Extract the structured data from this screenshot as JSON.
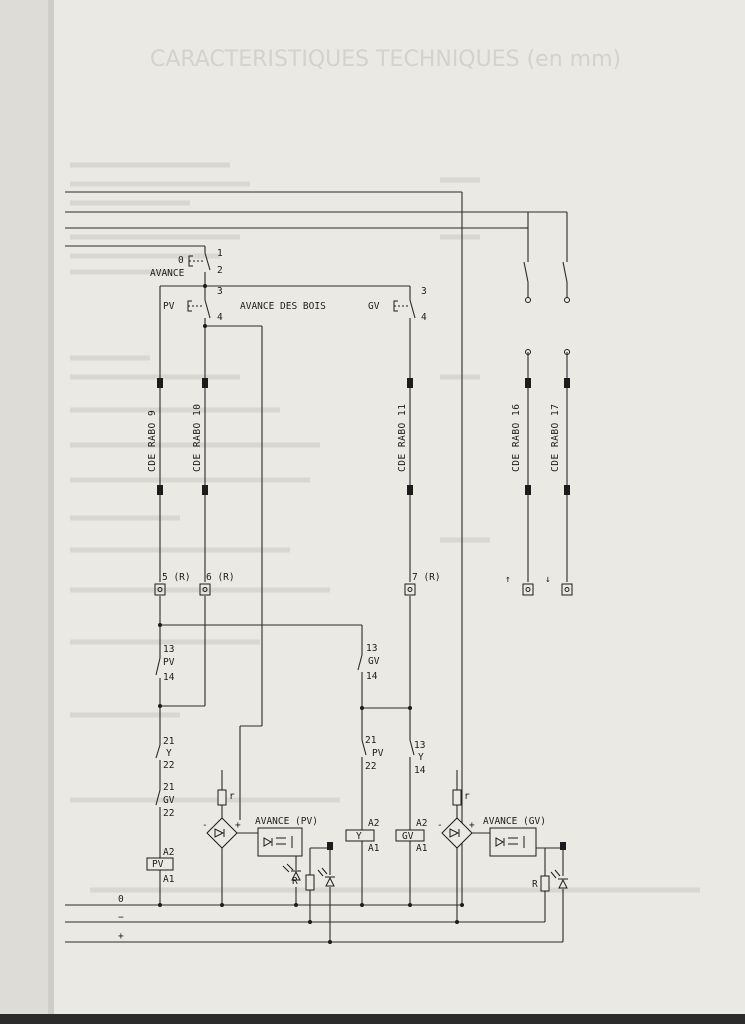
{
  "background_title": "CARACTERISTIQUES TECHNIQUES (en mm)",
  "labels": {
    "avance": "AVANCE",
    "avance_des_bois": "AVANCE DES BOIS",
    "pv": "PV",
    "gv": "GV",
    "avance_pv": "AVANCE (PV)",
    "avance_gv": "AVANCE (GV)",
    "y": "Y",
    "a1": "A1",
    "a2": "A2",
    "r_small": "r",
    "r_big": "R",
    "plus": "+",
    "minus": "-",
    "zero": "0",
    "arrow_up": "↑",
    "arrow_down": "↓"
  },
  "switch_top": {
    "n0": "0",
    "n1": "1",
    "n2": "2"
  },
  "switch_pv": {
    "n3": "3",
    "n4": "4"
  },
  "switch_gv": {
    "n3": "3",
    "n4": "4"
  },
  "cde": {
    "rabo9": "CDE RABO 9",
    "rabo10": "CDE RABO 10",
    "rabo11": "CDE RABO 11",
    "rabo16": "CDE RABO 16",
    "rabo17": "CDE RABO 17"
  },
  "terminals": {
    "t5": "5 (R)",
    "t6": "6 (R)",
    "t7": "7 (R)"
  },
  "contacts": {
    "c13": "13",
    "c14": "14",
    "c21": "21",
    "c22": "22"
  },
  "supply": {
    "zero": "0",
    "minus": "−",
    "plus": "+"
  }
}
